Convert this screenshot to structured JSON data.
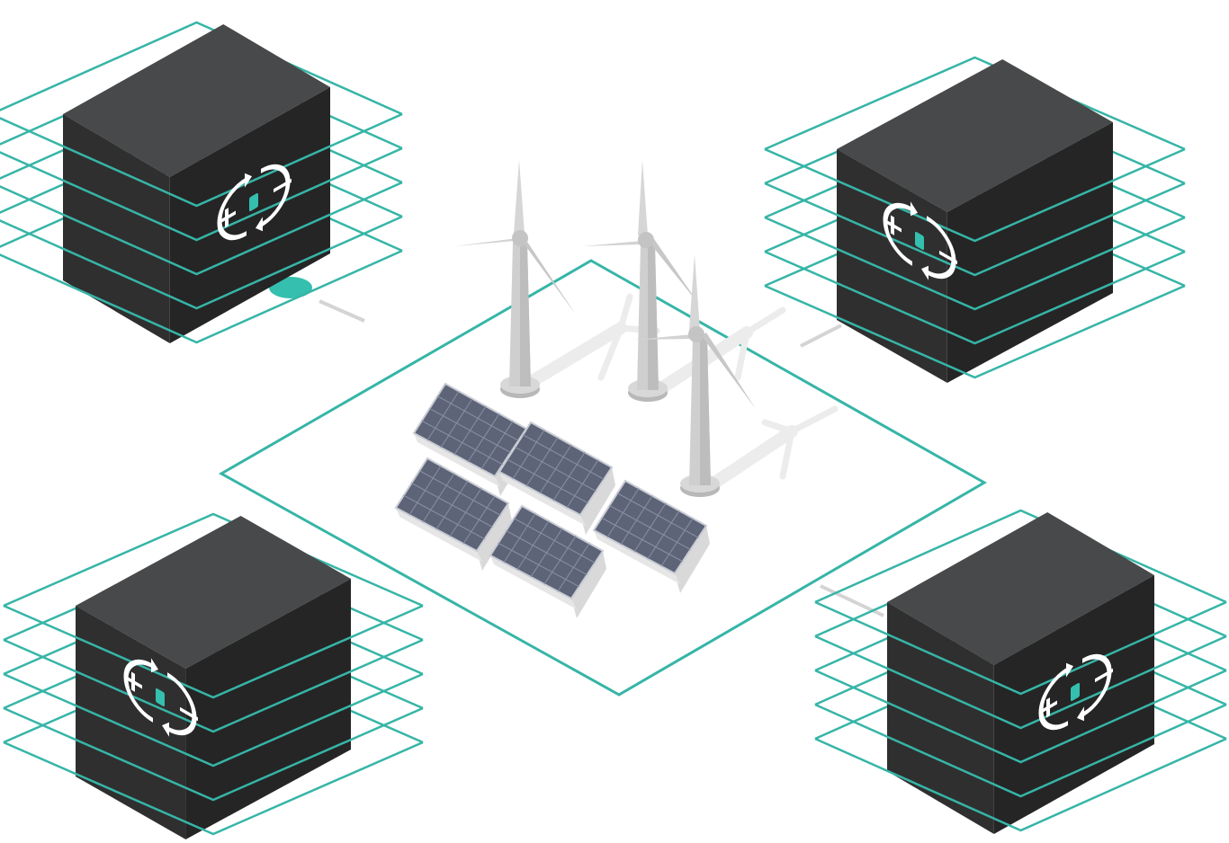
{
  "colors": {
    "teal_line": "#36b5a7",
    "teal_dot": "#35bfae",
    "box_top": "#48494a",
    "box_left": "#2f2f2f",
    "box_right": "#252525",
    "white": "#ffffff",
    "turbine": "#d2d2d2",
    "turbine_dark": "#b8b8b8",
    "shadow": "#ececec",
    "panel": "#5d6478",
    "panel_grid": "#8a91a3",
    "panel_frame": "#d9d9d9"
  },
  "diagram": {
    "hub": "wind-and-solar-farm",
    "storage_units": [
      {
        "id": "storage-top-left",
        "icon": "battery-charge-cycle-icon",
        "connected": true
      },
      {
        "id": "storage-top-right",
        "icon": "battery-charge-cycle-icon",
        "connected": true
      },
      {
        "id": "storage-bottom-left",
        "icon": "battery-charge-cycle-icon",
        "connected": false
      },
      {
        "id": "storage-bottom-right",
        "icon": "battery-charge-cycle-icon",
        "connected": true
      }
    ],
    "wind_turbine_count": 3,
    "solar_panel_count": 5
  }
}
